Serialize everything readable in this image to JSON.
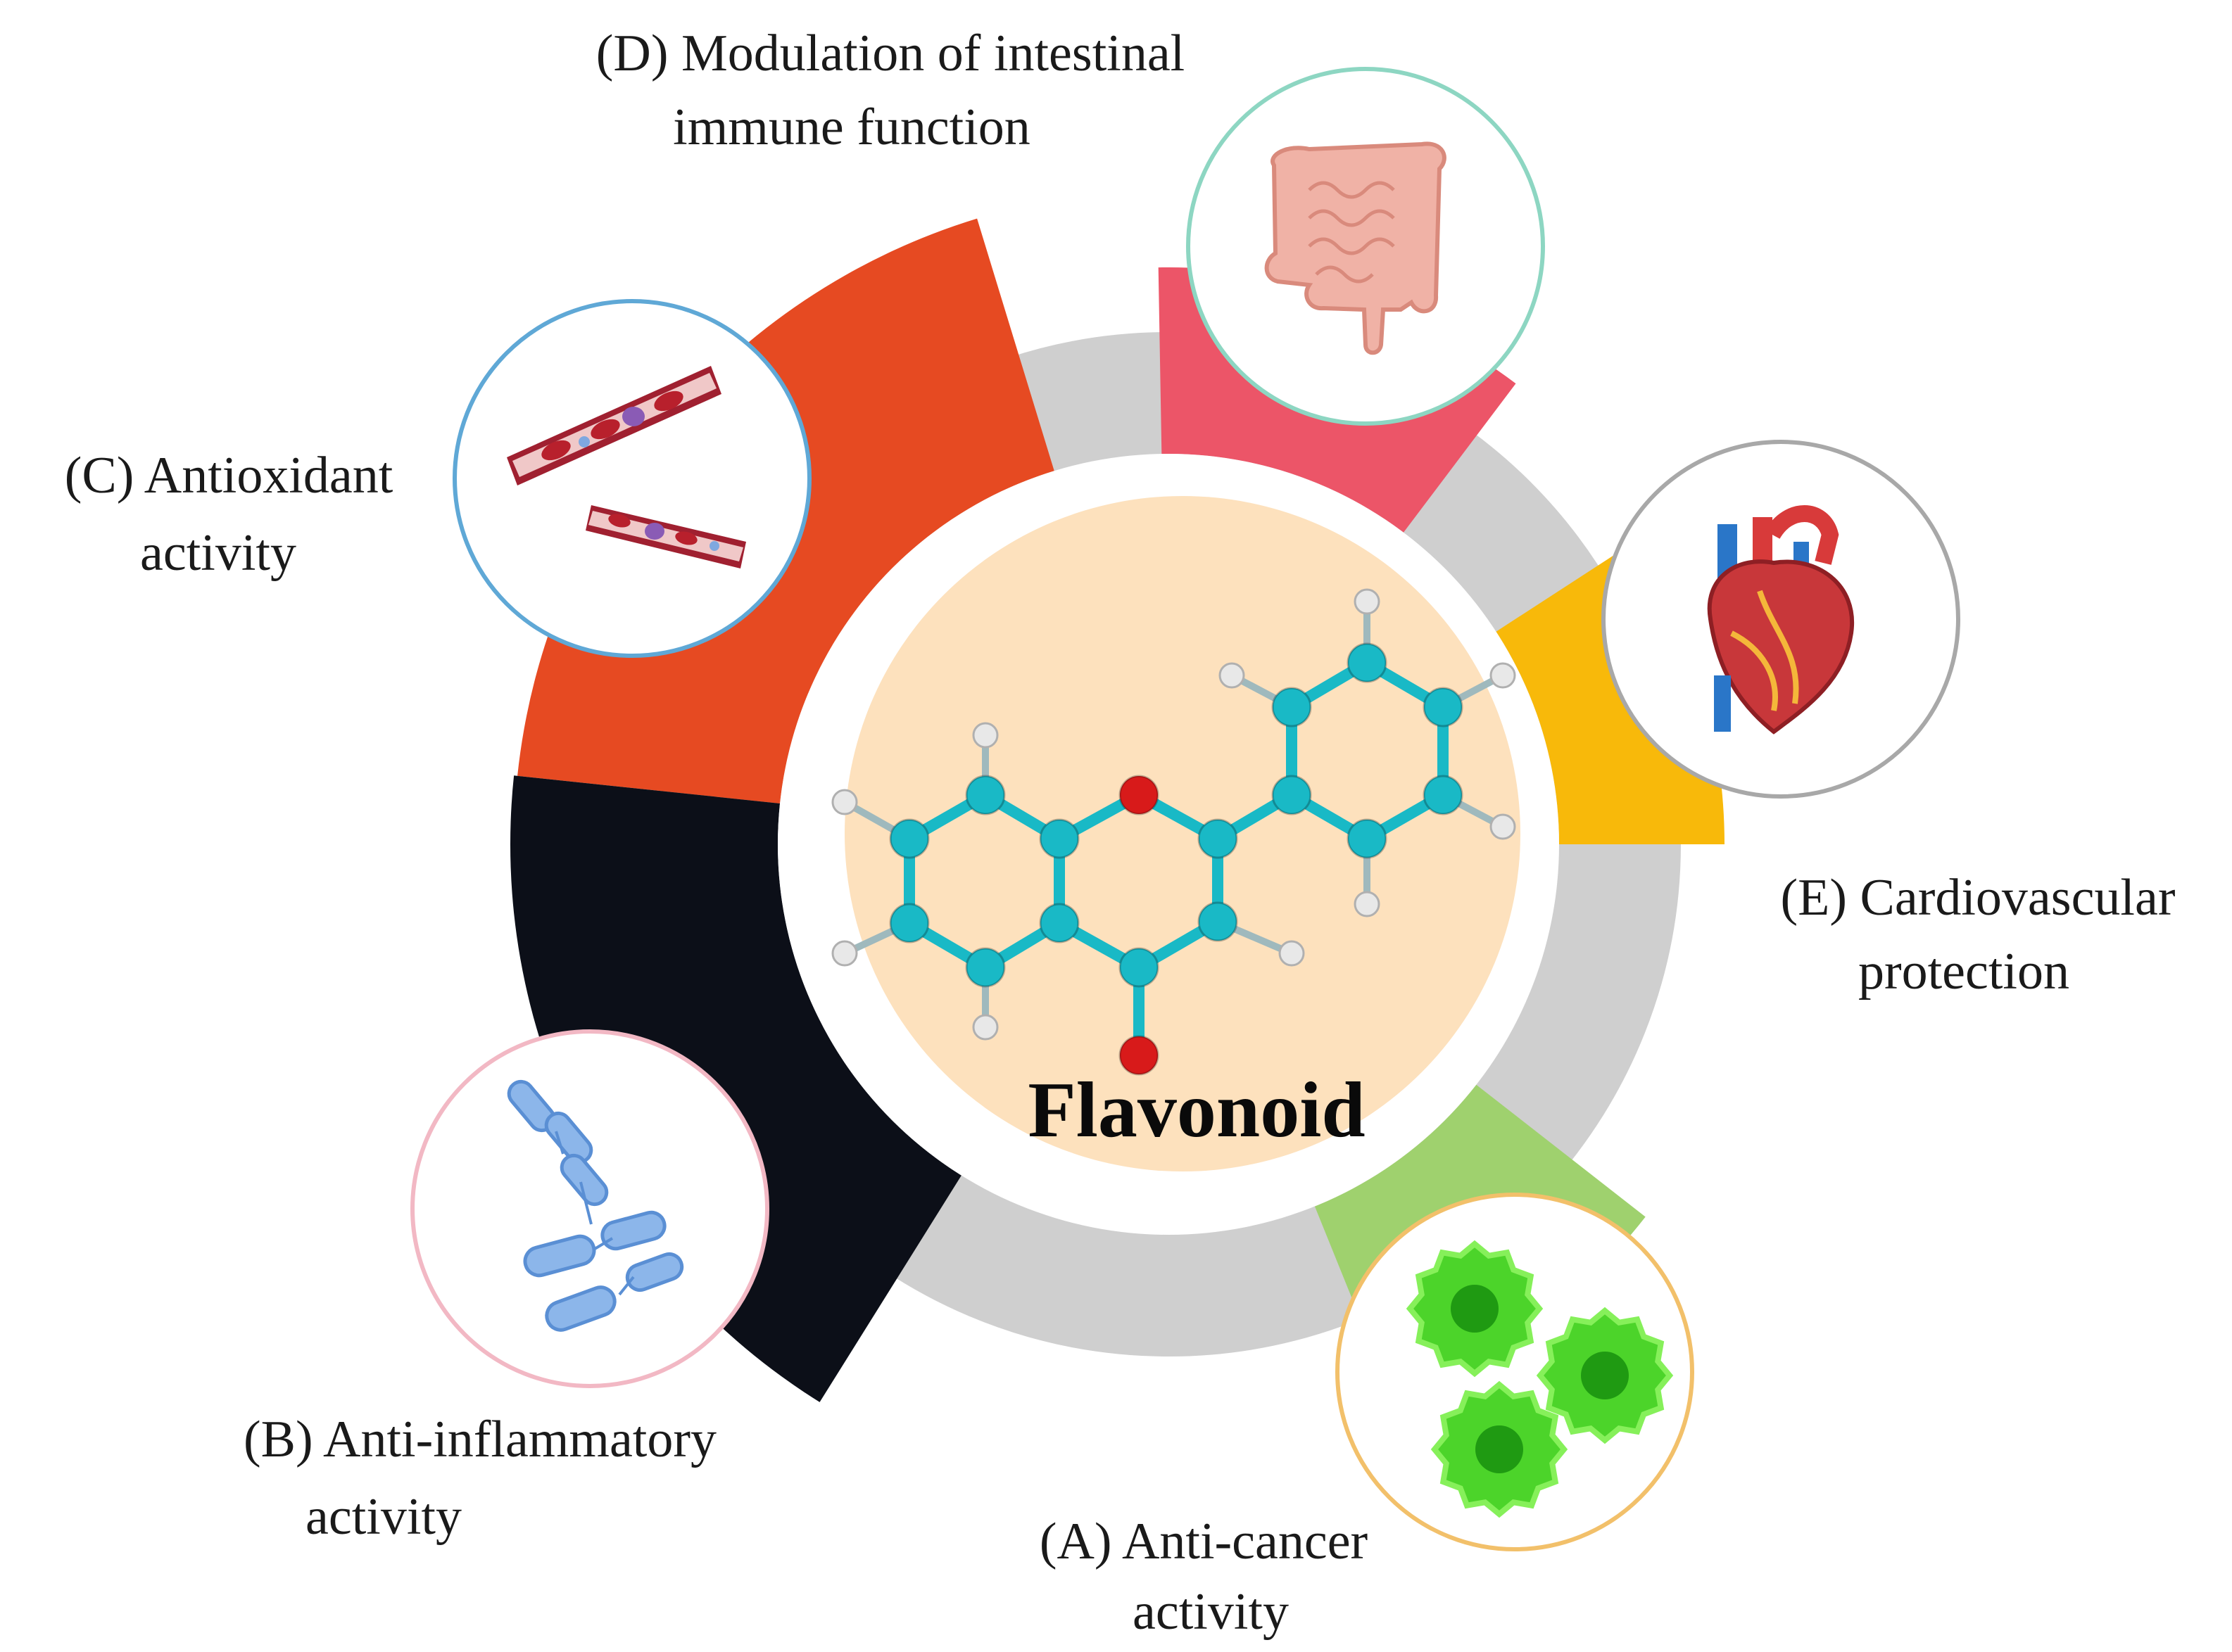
{
  "center": {
    "title": "Flavonoid"
  },
  "labels": {
    "A": {
      "line1": "(A) Anti-cancer",
      "line2": "activity"
    },
    "B": {
      "line1": "(B) Anti-inflammatory",
      "line2": "activity"
    },
    "C": {
      "line1": "(C) Antioxidant",
      "line2": "activity"
    },
    "D": {
      "line1": "(D) Modulation of intestinal",
      "line2": "immune function"
    },
    "E": {
      "line1": "(E) Cardiovascular",
      "line2": "protection"
    }
  },
  "colors": {
    "ring": "#cfcfcf",
    "center_fill": "#fde1bd",
    "sector_A": "#9fd16e",
    "sector_B": "#0c0f18",
    "sector_C": "#e64a22",
    "sector_D": "#ec5568",
    "sector_E": "#f8b90a",
    "circle_A_border": "#f2c06a",
    "circle_B_border": "#f2b8c4",
    "circle_C_border": "#5fa8d6",
    "circle_D_border": "#8dd6c2",
    "circle_E_border": "#a8a8a8",
    "carbon_atom": "#19b9c6",
    "oxygen_atom": "#d81a1a",
    "hydrogen_atom": "#e8e8e8"
  },
  "icons": {
    "A": "cancer-cells-icon",
    "B": "bacteria-icon",
    "C": "blood-vessel-icon",
    "D": "intestine-icon",
    "E": "heart-icon",
    "center": "flavone-molecule-icon"
  }
}
